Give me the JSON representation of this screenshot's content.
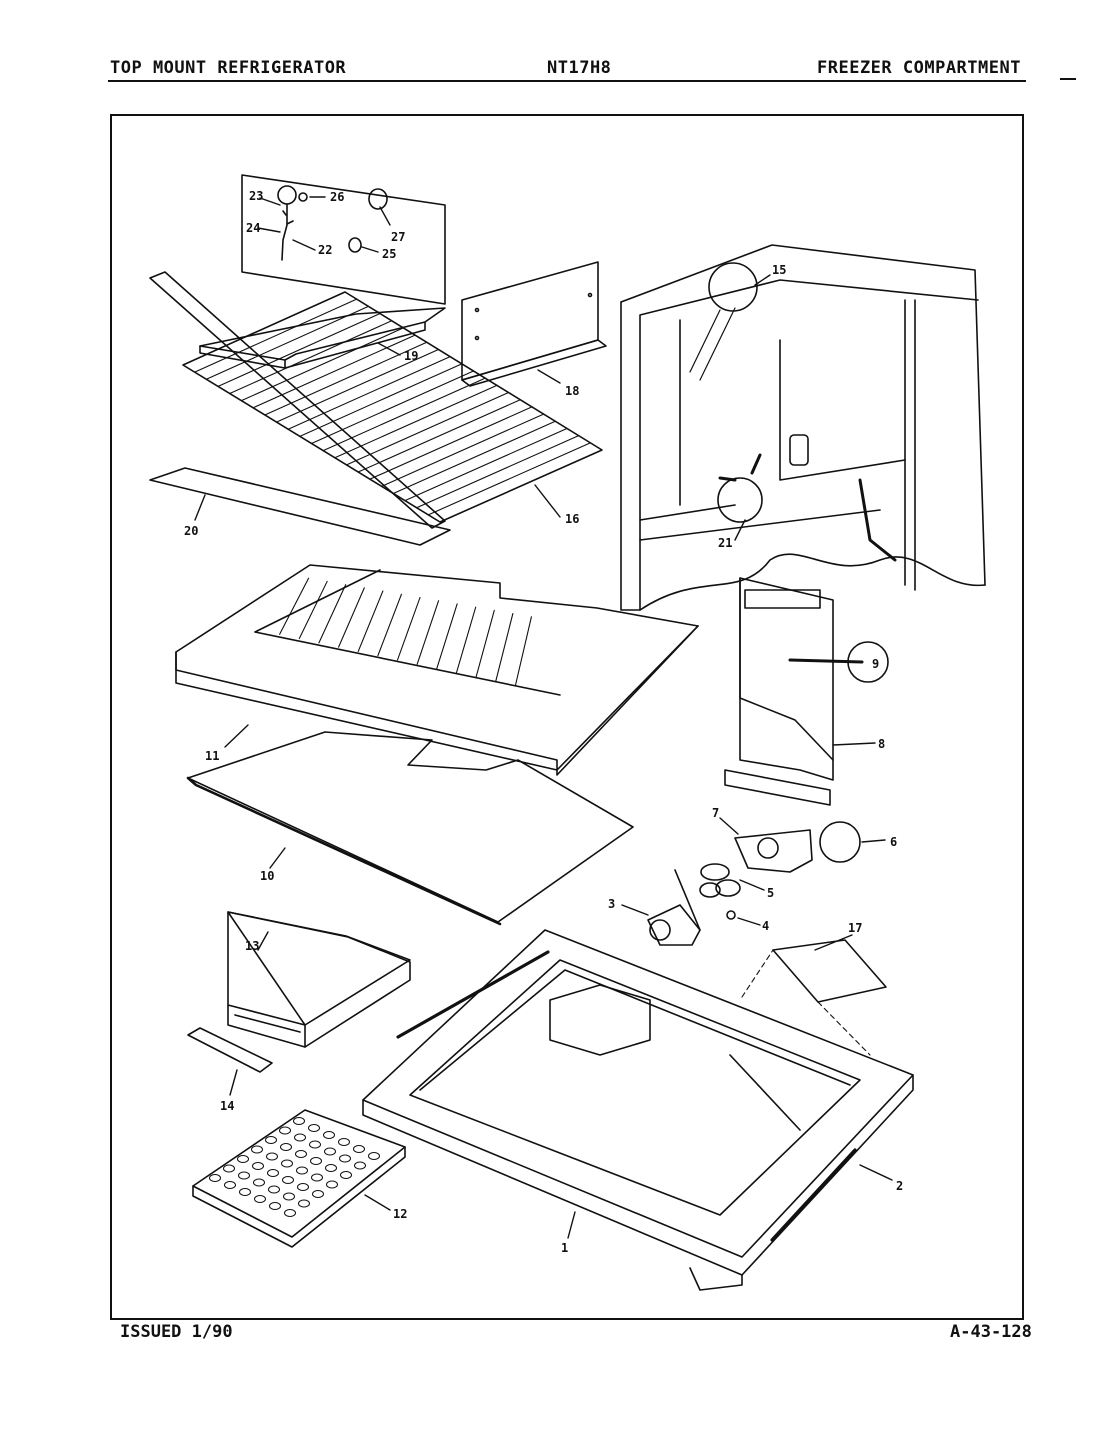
{
  "header": {
    "left": "TOP MOUNT REFRIGERATOR",
    "center": "NT17H8",
    "right": "FREEZER COMPARTMENT"
  },
  "footer": {
    "issued": "ISSUED 1/90",
    "code": "A-43-128"
  },
  "parts": {
    "p1": "1",
    "p2": "2",
    "p3": "3",
    "p4": "4",
    "p5": "5",
    "p6": "6",
    "p7": "7",
    "p8": "8",
    "p9": "9",
    "p10": "10",
    "p11": "11",
    "p12": "12",
    "p13": "13",
    "p14": "14",
    "p15": "15",
    "p16": "16",
    "p17": "17",
    "p18": "18",
    "p19": "19",
    "p20": "20",
    "p21": "21",
    "p22": "22",
    "p23": "23",
    "p24": "24",
    "p25": "25",
    "p26": "26",
    "p27": "27"
  }
}
